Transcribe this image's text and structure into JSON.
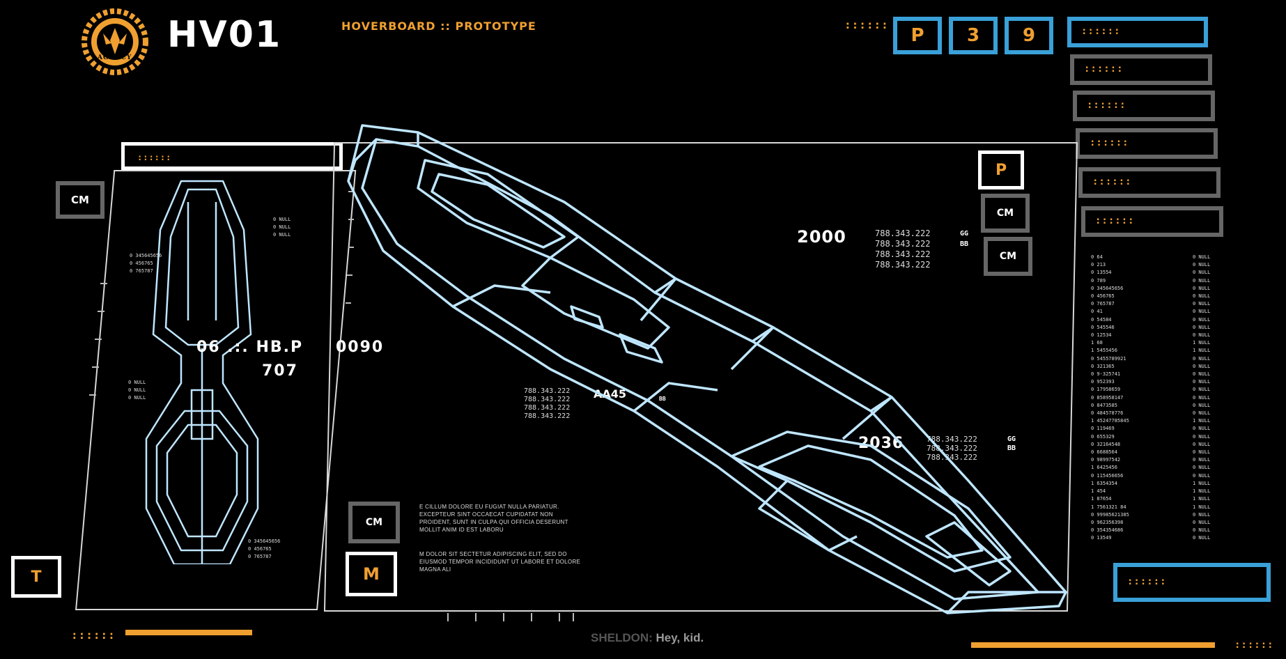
{
  "header": {
    "logo_label": "AGENCY",
    "title": "HV01",
    "subtitle": "HOVERBOARD :: PROTOTYPE",
    "dots": "::::::",
    "codes": [
      "P",
      "3",
      "9"
    ]
  },
  "right_menu": [
    {
      "label": "::::::"
    },
    {
      "label": "::::::"
    },
    {
      "label": "::::::"
    },
    {
      "label": "::::::"
    },
    {
      "label": "::::::"
    },
    {
      "label": "::::::"
    }
  ],
  "left_panel": {
    "header_dots": "::::::",
    "side_button": "CM",
    "t_button": "T",
    "nums_top": [
      "0 NULL",
      "0 NULL",
      "0 NULL"
    ],
    "nums_mid": [
      "0 345645656",
      "0 456765",
      "0 765787"
    ],
    "nums_low": [
      "0 NULL",
      "0 NULL",
      "0 NULL"
    ],
    "nums_bot": [
      "0 345645656",
      "0 456765",
      "0 765787"
    ],
    "code_line": "06 .:. HB.P",
    "code_right": "0090",
    "code_sub": "707"
  },
  "main_panel": {
    "p_button": "P",
    "cm_top": "CM",
    "cm_top2": "CM",
    "cm_bottom": "CM",
    "m_button": "M",
    "readout1_value": "2000",
    "readout1_lines": [
      "788.343.222",
      "788.343.222",
      "788.343.222",
      "788.343.222"
    ],
    "readout1_tags": [
      "GG",
      "BB"
    ],
    "readout2_value": "2036",
    "readout2_lines": [
      "788.343.222",
      "788.343.222",
      "788.343.222"
    ],
    "readout2_tags": [
      "GG",
      "BB"
    ],
    "readout3_lines": [
      "788.343.222",
      "788.343.222",
      "788.343.222",
      "788.343.222"
    ],
    "readout3_code": "AA45",
    "readout3_tag": "BB",
    "lorem1": "E CILLUM DOLORE EU FUGIAT NULLA PARIATUR. EXCEPTEUR SINT OCCAECAT CUPIDATAT NON PROIDENT, SUNT IN CULPA QUI OFFICIA DESERUNT MOLLIT ANIM ID EST LABORU",
    "lorem2": "M DOLOR SIT SECTETUR ADIPISCING ELIT, SED DO EIUSMOD TEMPOR INCIDIDUNT UT LABORE ET DOLORE MAGNA ALI"
  },
  "data_column": {
    "left": [
      "0 64",
      "0 213",
      "0 13554",
      "0 789",
      "0 345645656",
      "0 456765",
      "0 765787",
      "0 41",
      "0 54584",
      "0 545546",
      "0 12534",
      "1 68",
      "1 5455456",
      "0 5455789921",
      "0 321365",
      "0 9-325741",
      "0 952393",
      "0 17958659",
      "0 858958147",
      "0 8473585",
      "0 484578776",
      "1 45247785845",
      "0 119469",
      "0 655329",
      "0 32164548",
      "0 6688564",
      "0 98997542",
      "1 6425456",
      "0 115456656",
      "1 6354354",
      "1 454",
      "1 87654",
      "1 7561321 84",
      "0 99985621385",
      "0 962356398",
      "0 354354686",
      "0 13549"
    ],
    "right": [
      "0 NULL",
      "0 NULL",
      "0 NULL",
      "0 NULL",
      "0 NULL",
      "0 NULL",
      "0 NULL",
      "0 NULL",
      "0 NULL",
      "0 NULL",
      "0 NULL",
      "1 NULL",
      "1 NULL",
      "0 NULL",
      "0 NULL",
      "0 NULL",
      "0 NULL",
      "0 NULL",
      "0 NULL",
      "0 NULL",
      "0 NULL",
      "1 NULL",
      "0 NULL",
      "0 NULL",
      "0 NULL",
      "0 NULL",
      "0 NULL",
      "0 NULL",
      "0 NULL",
      "1 NULL",
      "1 NULL",
      "1 NULL",
      "1 NULL",
      "0 NULL",
      "0 NULL",
      "0 NULL",
      "0 NULL"
    ]
  },
  "bottom_right_dots": "::::::",
  "bottom_left_dots": "::::::",
  "bottom_far_right_dots": "::::::",
  "subtitle_caption": {
    "speaker": "SHELDON:",
    "text": "Hey, kid."
  },
  "colors": {
    "accent": "#f0a030",
    "blue": "#3aa0d8",
    "line": "#bfe6ff"
  }
}
